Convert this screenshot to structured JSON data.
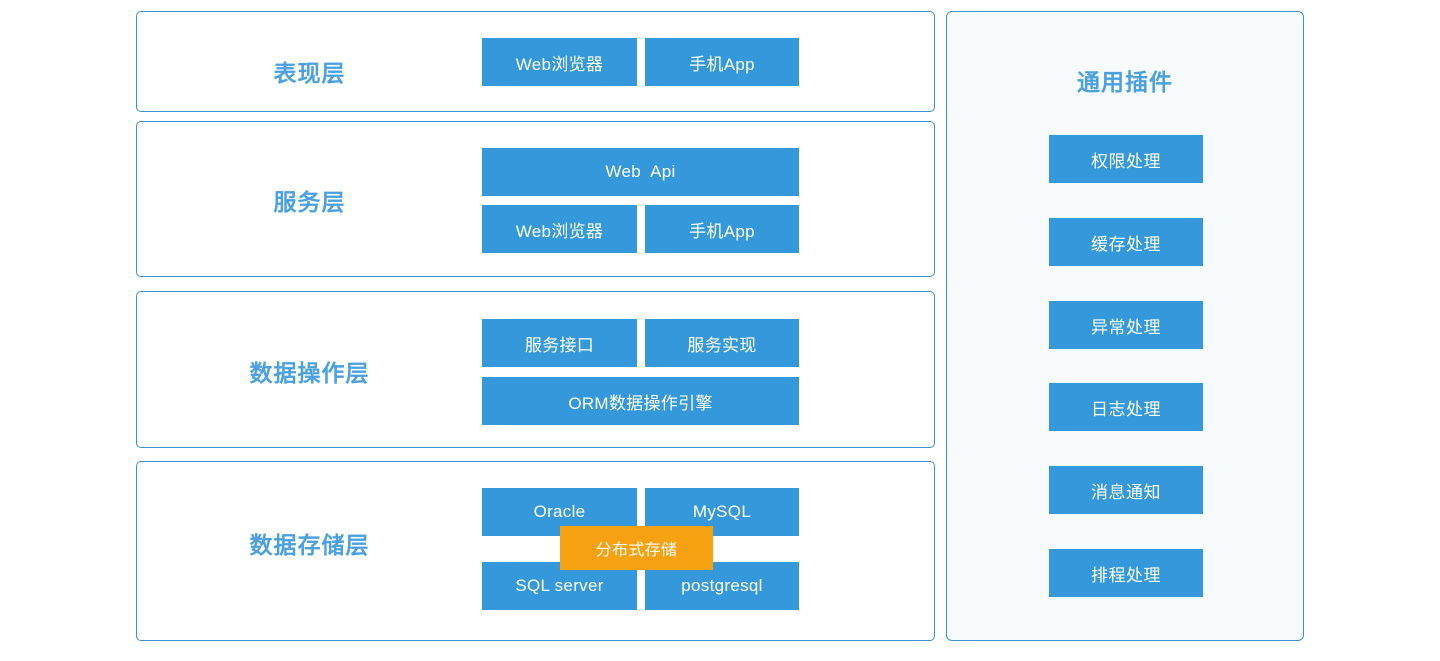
{
  "diagram": {
    "title_semantic": "layered-application-architecture",
    "accent_blue": "#3498db",
    "label_blue": "#4ba0e2",
    "border_blue": "#3a92d3",
    "accent_orange": "#f5a111",
    "panel_bg": "#f7fbfe"
  },
  "layers": [
    {
      "label": "表现层",
      "rows": [
        {
          "nodes": [
            {
              "text": "Web浏览器"
            },
            {
              "text": "手机App"
            }
          ]
        }
      ]
    },
    {
      "label": "服务层",
      "rows": [
        {
          "nodes": [
            {
              "text": "Web  Api"
            }
          ]
        },
        {
          "nodes": [
            {
              "text": "Web浏览器"
            },
            {
              "text": "手机App"
            }
          ]
        }
      ]
    },
    {
      "label": "数据操作层",
      "rows": [
        {
          "nodes": [
            {
              "text": "服务接口"
            },
            {
              "text": "服务实现"
            }
          ]
        },
        {
          "nodes": [
            {
              "text": "ORM数据操作引擎"
            }
          ]
        }
      ]
    },
    {
      "label": "数据存储层",
      "rows": [
        {
          "nodes": [
            {
              "text": "Oracle"
            },
            {
              "text": "MySQL"
            }
          ]
        },
        {
          "nodes": [
            {
              "text": "SQL server"
            },
            {
              "text": "postgresql"
            }
          ]
        }
      ],
      "overlay": {
        "text": "分布式存储",
        "color": "#f5a111"
      }
    }
  ],
  "plugin_panel": {
    "title": "通用插件",
    "items": [
      {
        "label": "权限处理"
      },
      {
        "label": "缓存处理"
      },
      {
        "label": "异常处理"
      },
      {
        "label": "日志处理"
      },
      {
        "label": "消息通知"
      },
      {
        "label": "排程处理"
      }
    ]
  }
}
